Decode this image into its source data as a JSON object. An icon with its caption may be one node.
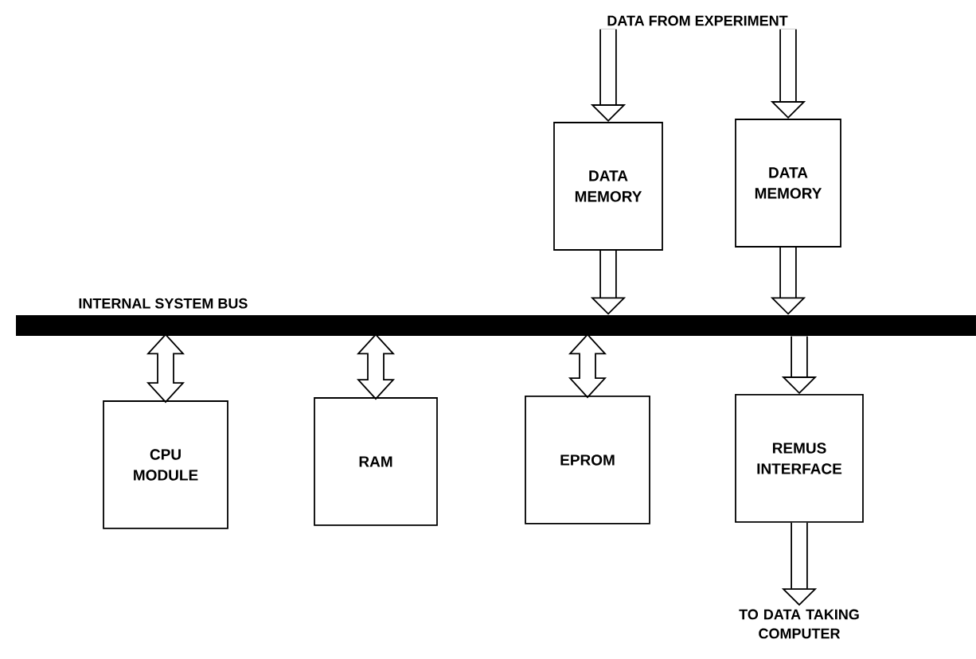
{
  "diagram": {
    "nodes": [
      {
        "text": [
          "DATA FROM EXPERIMENT"
        ]
      },
      {
        "text": [
          "DATA MEMORY"
        ]
      },
      {
        "text": [
          "DATA MEMORY"
        ]
      },
      {
        "text": [
          "INTERNAL SYSTEM BUS"
        ]
      },
      {
        "text": [
          "CPU MODULE"
        ]
      },
      {
        "text": [
          "RAM"
        ]
      },
      {
        "text": [
          "EPROM"
        ]
      },
      {
        "text": [
          "REMUS INTERFACE"
        ]
      },
      {
        "text": [
          "TO DATA TAKING COMPUTER"
        ]
      }
    ],
    "edges": [
      {
        "from": 0,
        "to": 1,
        "arrow": "to"
      },
      {
        "from": 0,
        "to": 2,
        "arrow": "to"
      },
      {
        "from": 1,
        "to": 3,
        "arrow": "to"
      },
      {
        "from": 2,
        "to": 3,
        "arrow": "to"
      },
      {
        "from": 4,
        "to": 3,
        "arrow": "both"
      },
      {
        "from": 5,
        "to": 3,
        "arrow": "both"
      },
      {
        "from": 6,
        "to": 3,
        "arrow": "both"
      },
      {
        "from": 3,
        "to": 7,
        "arrow": "to"
      },
      {
        "from": 7,
        "to": 8,
        "arrow": "to"
      }
    ]
  }
}
